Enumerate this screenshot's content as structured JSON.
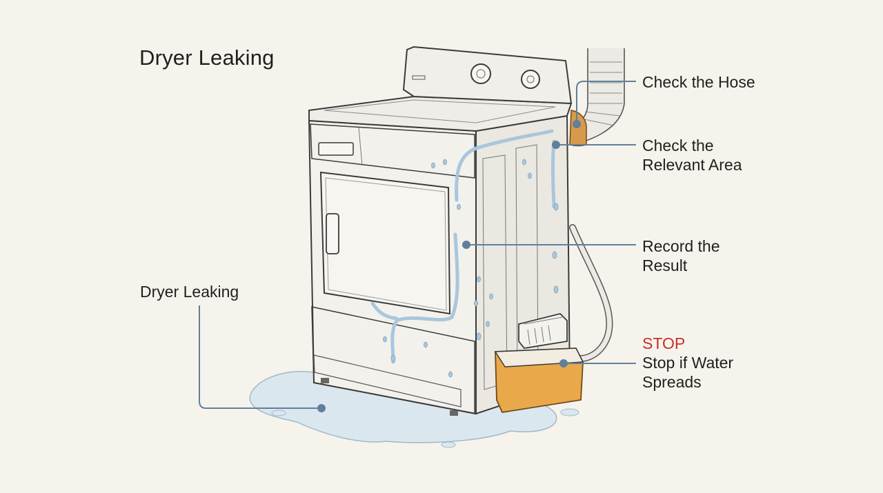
{
  "title": "Dryer Leaking",
  "callouts": {
    "hose": {
      "line1": "Check the Hose"
    },
    "area": {
      "line1": "Check the",
      "line2": "Relevant Area"
    },
    "record": {
      "line1": "Record the",
      "line2": "Result"
    },
    "stop": {
      "tag": "STOP",
      "line1": "Stop if Water",
      "line2": "Spreads"
    },
    "leak": {
      "line1": "Dryer Leaking"
    }
  },
  "colors": {
    "background": "#f6f3ec",
    "leader_line": "#5f7f9a",
    "water": "#a9c6dc",
    "stop": "#c8302a",
    "reservoir": "#e9a84a",
    "hose_band": "#d79a4c"
  }
}
